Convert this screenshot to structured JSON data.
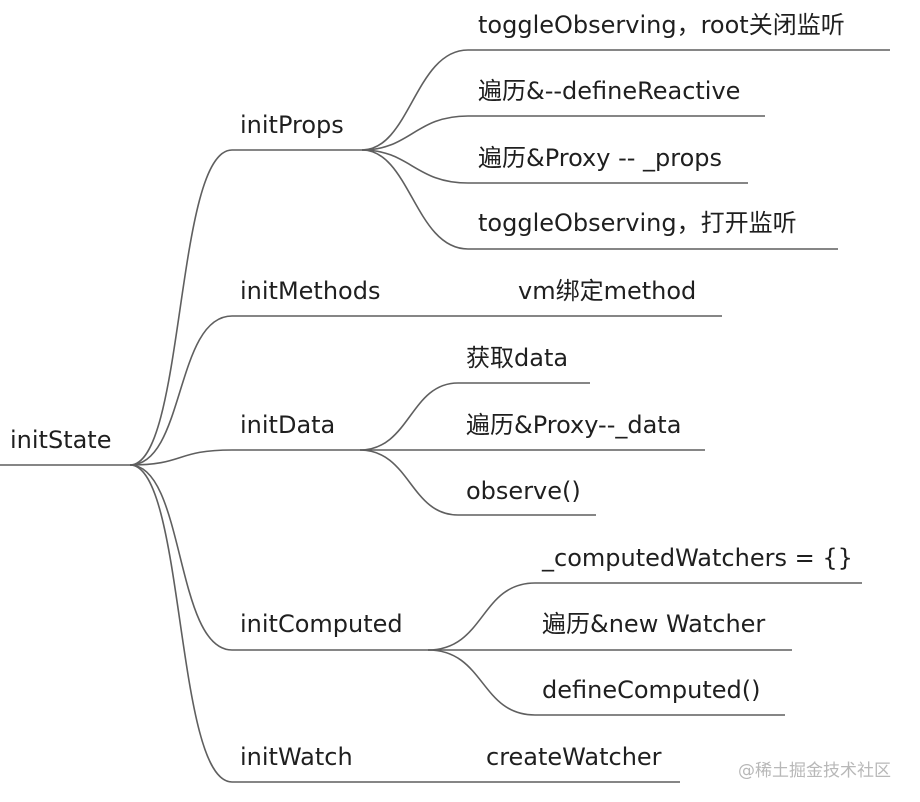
{
  "mindmap": {
    "root": {
      "label": "initState"
    },
    "branches": [
      {
        "label": "initProps",
        "children": [
          {
            "label": "toggleObserving，root关闭监听"
          },
          {
            "label": "遍历&--defineReactive"
          },
          {
            "label": "遍历&Proxy -- _props"
          },
          {
            "label": "toggleObserving，打开监听"
          }
        ]
      },
      {
        "label": "initMethods",
        "children": [
          {
            "label": "vm绑定method"
          }
        ]
      },
      {
        "label": "initData",
        "children": [
          {
            "label": "获取data"
          },
          {
            "label": "遍历&Proxy--_data"
          },
          {
            "label": "observe()"
          }
        ]
      },
      {
        "label": "initComputed",
        "children": [
          {
            "label": "_computedWatchers = {}"
          },
          {
            "label": "遍历&new Watcher"
          },
          {
            "label": "defineComputed()"
          }
        ]
      },
      {
        "label": "initWatch",
        "children": [
          {
            "label": "createWatcher"
          }
        ]
      }
    ]
  },
  "watermark": "@稀土掘金技术社区"
}
